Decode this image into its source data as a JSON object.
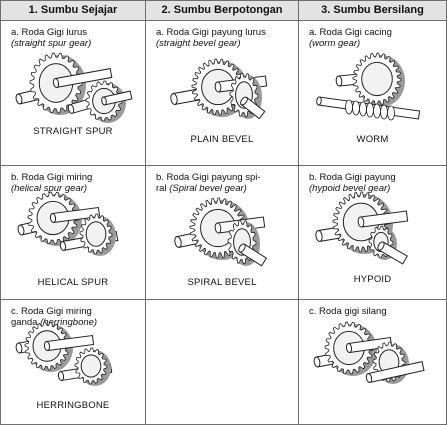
{
  "headers": [
    "1. Sumbu Sejajar",
    "2. Sumbu Berpotongan",
    "3. Sumbu Bersilang"
  ],
  "cells": [
    {
      "id": "straight-spur",
      "label": "a. Roda Gigi lurus",
      "label_italic": "(straight spur gear)",
      "name": "STRAIGHT SPUR"
    },
    {
      "id": "plain-bevel",
      "label": "a. Roda Gigi payung lurus",
      "label_italic": "(straight bevel gear)",
      "name": "PLAIN BEVEL"
    },
    {
      "id": "worm",
      "label": "a. Roda Gigi cacing",
      "label_italic": "(worm gear)",
      "name": "WORM"
    },
    {
      "id": "helical-spur",
      "label": "b. Roda Gigi miring",
      "label_italic": "(helical spur gear)",
      "name": "HELICAL SPUR"
    },
    {
      "id": "spiral-bevel",
      "label": "b. Roda Gigi payung spi-",
      "label2": "ral",
      "label_italic": "(Spiral bevel gear)",
      "name": "SPIRAL BEVEL"
    },
    {
      "id": "hypoid",
      "label": "b. Roda Gigi payung",
      "label_italic": "(hypoid bevel gear)",
      "name": "HYPOID"
    },
    {
      "id": "herringbone",
      "label": "c. Roda Gigi   miring",
      "label2": "ganda",
      "label_italic": "(herringbone)",
      "name": "HERRINGBONE"
    },
    {
      "id": "empty",
      "label": "",
      "label_italic": "",
      "name": ""
    },
    {
      "id": "crossed",
      "label": "c. Roda gigi silang",
      "label_italic": "",
      "name": ""
    }
  ]
}
